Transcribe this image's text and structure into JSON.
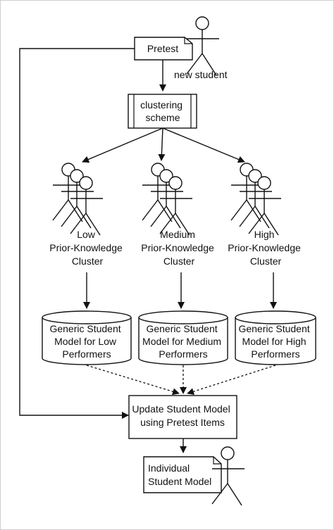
{
  "colors": {
    "stroke": "#111111",
    "fill": "#ffffff",
    "border": "#cfcfcf"
  },
  "nodes": {
    "pretest": {
      "label": "Pretest"
    },
    "new_student": {
      "label": "new student"
    },
    "clustering_scheme": {
      "lines": [
        "clustering",
        "scheme"
      ]
    },
    "clusters": [
      {
        "lines": [
          "Low",
          "Prior-Knowledge",
          "Cluster"
        ]
      },
      {
        "lines": [
          "Medium",
          "Prior-Knowledge",
          "Cluster"
        ]
      },
      {
        "lines": [
          "High",
          "Prior-Knowledge",
          "Cluster"
        ]
      }
    ],
    "models": [
      {
        "lines": [
          "Generic Student",
          "Model for Low",
          "Performers"
        ]
      },
      {
        "lines": [
          "Generic Student",
          "Model for Medium",
          "Performers"
        ]
      },
      {
        "lines": [
          "Generic Student",
          "Model for High",
          "Performers"
        ]
      }
    ],
    "update_model": {
      "lines": [
        "Update Student Model",
        "using Pretest Items"
      ]
    },
    "individual_model": {
      "lines": [
        "Individual",
        "Student Model"
      ]
    }
  },
  "icons": {
    "actor": "stick-figure-icon",
    "group": "stick-figure-group-icon",
    "database": "cylinder-icon",
    "document": "folded-corner-document-icon",
    "process": "predefined-process-icon"
  }
}
